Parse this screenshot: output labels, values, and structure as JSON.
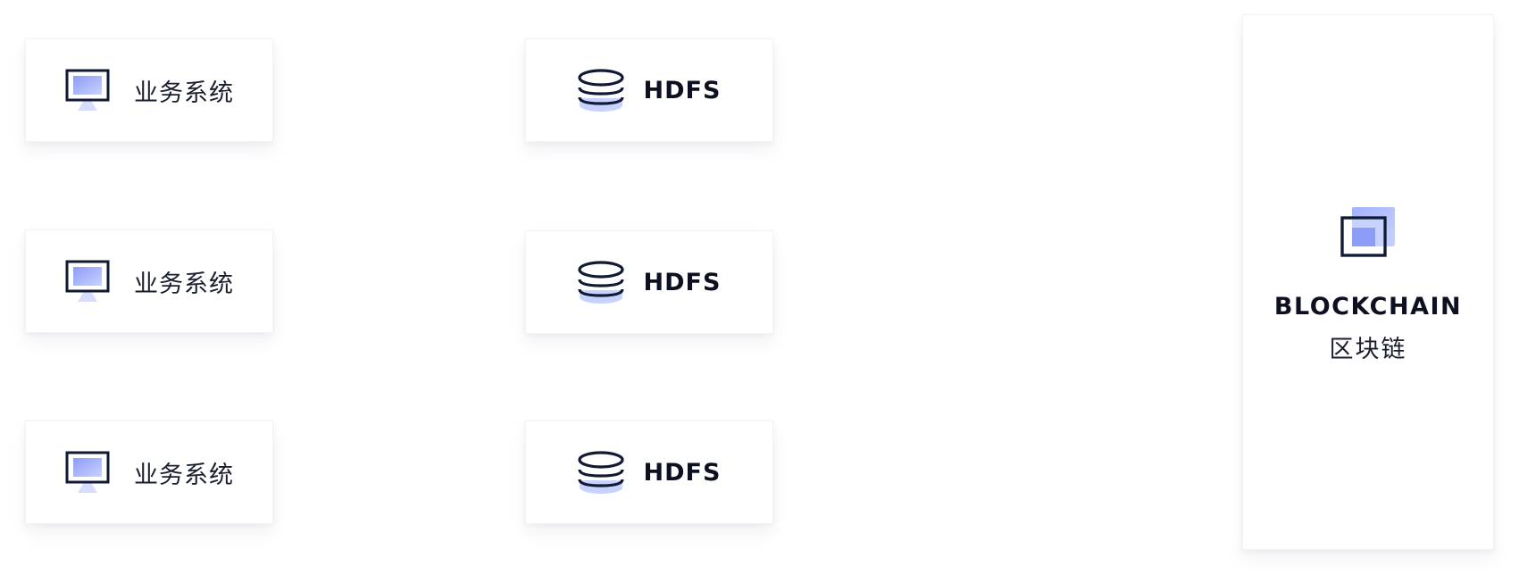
{
  "business_systems": [
    {
      "label": "业务系统",
      "icon": "monitor-icon"
    },
    {
      "label": "业务系统",
      "icon": "monitor-icon"
    },
    {
      "label": "业务系统",
      "icon": "monitor-icon"
    }
  ],
  "storage_nodes": [
    {
      "label": "HDFS",
      "icon": "database-icon"
    },
    {
      "label": "HDFS",
      "icon": "database-icon"
    },
    {
      "label": "HDFS",
      "icon": "database-icon"
    }
  ],
  "blockchain": {
    "title": "BLOCKCHAIN",
    "subtitle": "区块链",
    "icon": "stacked-blocks-icon"
  },
  "colors": {
    "outline": "#111a33",
    "accent_light": "#c8d2ff",
    "accent_mid": "#a3b1ff",
    "accent_dark": "#8d9cf7",
    "card_bg": "#ffffff"
  }
}
